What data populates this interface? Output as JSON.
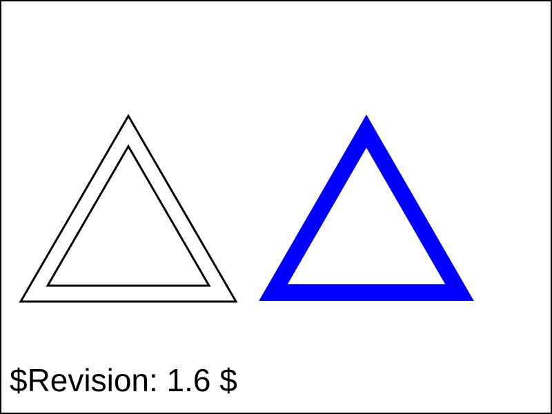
{
  "revision": {
    "text": "$Revision: 1.6 $"
  },
  "colors": {
    "frame": "#000000",
    "outline_triangles": "#000000",
    "filled_outline_triangle": "#0000ff",
    "background": "#ffffff"
  },
  "shapes": {
    "left_group": "two nested outlined triangles",
    "right_shape": "thick blue outlined triangle"
  }
}
